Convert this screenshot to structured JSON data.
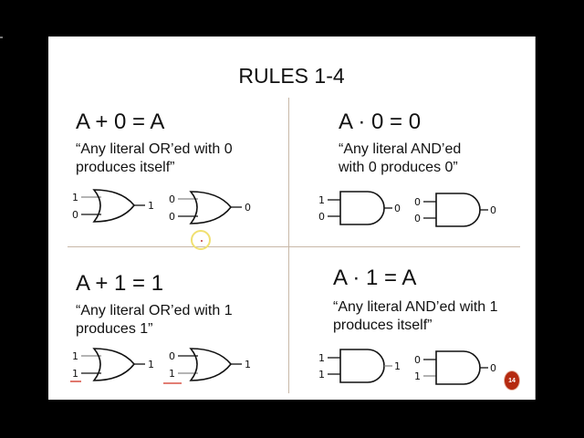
{
  "slide": {
    "title": "RULES 1-4",
    "page_number": "14",
    "accent_color": "#b52a10",
    "divider_color": "#c8b8a8"
  },
  "rules": [
    {
      "equation": "A + 0 = A",
      "description_line1": "“Any literal OR’ed with 0",
      "description_line2": "produces itself”",
      "gate_type": "OR",
      "gates": [
        {
          "in1": "1",
          "in2": "0",
          "out": "1"
        },
        {
          "in1": "0",
          "in2": "0",
          "out": "0"
        }
      ]
    },
    {
      "equation": "A · 0 = 0",
      "description_line1": "“Any literal AND’ed",
      "description_line2": "with 0 produces 0”",
      "gate_type": "AND",
      "gates": [
        {
          "in1": "1",
          "in2": "0",
          "out": "0"
        },
        {
          "in1": "0",
          "in2": "0",
          "out": "0"
        }
      ]
    },
    {
      "equation": "A + 1 = 1",
      "description_line1": "“Any literal OR’ed with 1",
      "description_line2": "produces 1”",
      "gate_type": "OR",
      "gates": [
        {
          "in1": "1",
          "in2": "1",
          "out": "1"
        },
        {
          "in1": "0",
          "in2": "1",
          "out": "1"
        }
      ],
      "underlined_inputs": [
        "1",
        "1"
      ]
    },
    {
      "equation": "A · 1 = A",
      "description_line1": "“Any literal AND’ed with 1",
      "description_line2": "produces itself”",
      "gate_type": "AND",
      "gates": [
        {
          "in1": "1",
          "in2": "1",
          "out": "1"
        },
        {
          "in1": "0",
          "in2": "1",
          "out": "0"
        }
      ]
    }
  ]
}
